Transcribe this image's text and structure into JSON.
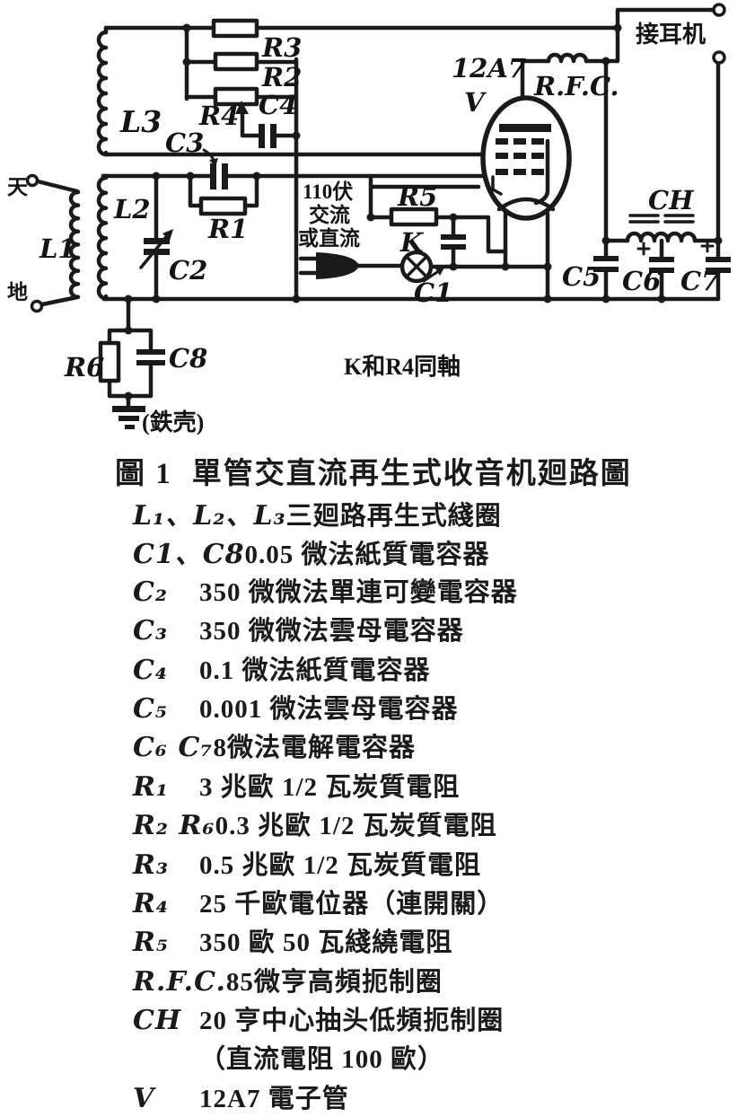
{
  "schematic": {
    "labels": {
      "antenna": "天",
      "ground": "地",
      "l1": "L1",
      "l2": "L2",
      "l3": "L3",
      "c1": "C1",
      "c2": "C2",
      "c3": "C3",
      "c4": "C4",
      "c5": "C5",
      "c6": "C6",
      "c7": "C7",
      "c8": "C8",
      "r1": "R1",
      "r2": "R2",
      "r3": "R3",
      "r4": "R4",
      "r5": "R5",
      "r6": "R6",
      "tube_type": "12A7",
      "tube": "V",
      "rfc": "R.F.C.",
      "choke": "CH",
      "earphone": "接耳机",
      "switch": "K",
      "power_line1": "110伏",
      "power_line2": "交流",
      "power_line3": "或直流",
      "chassis": "(鉄壳)",
      "coax_note": "K和R4同軸"
    }
  },
  "caption": {
    "fig_label": "圖 1",
    "title": "單管交直流再生式收音机廻路圖"
  },
  "parts_list": [
    {
      "symbol": "L₁、L₂、L₃",
      "desc": "三廻路再生式綫圈"
    },
    {
      "symbol": "C1、C8",
      "desc": "0.05 微法紙質電容器"
    },
    {
      "symbol": "C₂",
      "desc": "350 微微法單連可變電容器"
    },
    {
      "symbol": "C₃",
      "desc": "350 微微法雲母電容器"
    },
    {
      "symbol": "C₄",
      "desc": "0.1 微法紙質電容器"
    },
    {
      "symbol": "C₅",
      "desc": "0.001 微法雲母電容器"
    },
    {
      "symbol": "C₆ C₇",
      "desc": "8微法電解電容器"
    },
    {
      "symbol": "R₁",
      "desc": "3 兆歐 1/2 瓦炭質電阻"
    },
    {
      "symbol": "R₂ R₆",
      "desc": "0.3 兆歐 1/2 瓦炭質電阻"
    },
    {
      "symbol": "R₃",
      "desc": "0.5 兆歐 1/2 瓦炭質電阻"
    },
    {
      "symbol": "R₄",
      "desc": "25 千歐電位器（連開關）"
    },
    {
      "symbol": "R₅",
      "desc": "350 歐 50 瓦綫繞電阻"
    },
    {
      "symbol": "R.F.C.",
      "desc": "85微亨高頻扼制圈"
    },
    {
      "symbol": "CH",
      "desc": "20 亨中心抽头低頻扼制圈"
    },
    {
      "symbol": "",
      "desc": "（直流電阻 100 歐）"
    },
    {
      "symbol": "V",
      "desc": "12A7 電子管"
    }
  ]
}
